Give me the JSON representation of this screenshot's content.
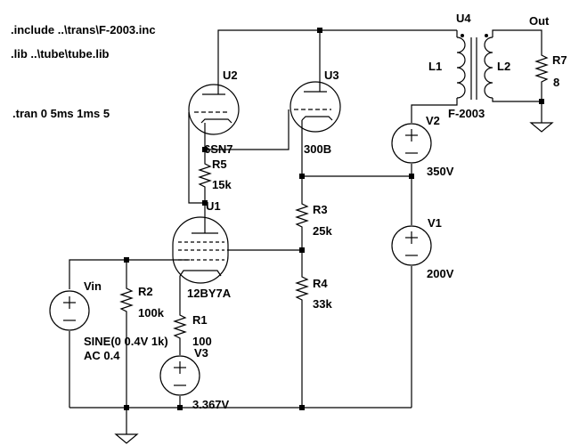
{
  "directives": {
    "include": ".include ..\\trans\\F-2003.inc",
    "lib": ".lib ..\\tube\\tube.lib",
    "tran": ".tran 0 5ms 1ms 5"
  },
  "components": {
    "u4": {
      "ref": "U4",
      "value": "F-2003",
      "l1": "L1",
      "l2": "L2"
    },
    "out": "Out",
    "r7": {
      "ref": "R7",
      "value": "8"
    },
    "u2": {
      "ref": "U2",
      "value": "6SN7"
    },
    "u3": {
      "ref": "U3",
      "value": "300B"
    },
    "v2": {
      "ref": "V2",
      "value": "350V"
    },
    "r5": {
      "ref": "R5",
      "value": "15k"
    },
    "u1": {
      "ref": "U1",
      "value": "12BY7A"
    },
    "r3": {
      "ref": "R3",
      "value": "25k"
    },
    "v1": {
      "ref": "V1",
      "value": "200V"
    },
    "r4": {
      "ref": "R4",
      "value": "33k"
    },
    "vin": {
      "ref": "Vin",
      "value1": "SINE(0 0.4V 1k)",
      "value2": "AC 0.4"
    },
    "r2": {
      "ref": "R2",
      "value": "100k"
    },
    "r1": {
      "ref": "R1",
      "value": "100"
    },
    "v3": {
      "ref": "V3",
      "value": "3.367V"
    }
  }
}
